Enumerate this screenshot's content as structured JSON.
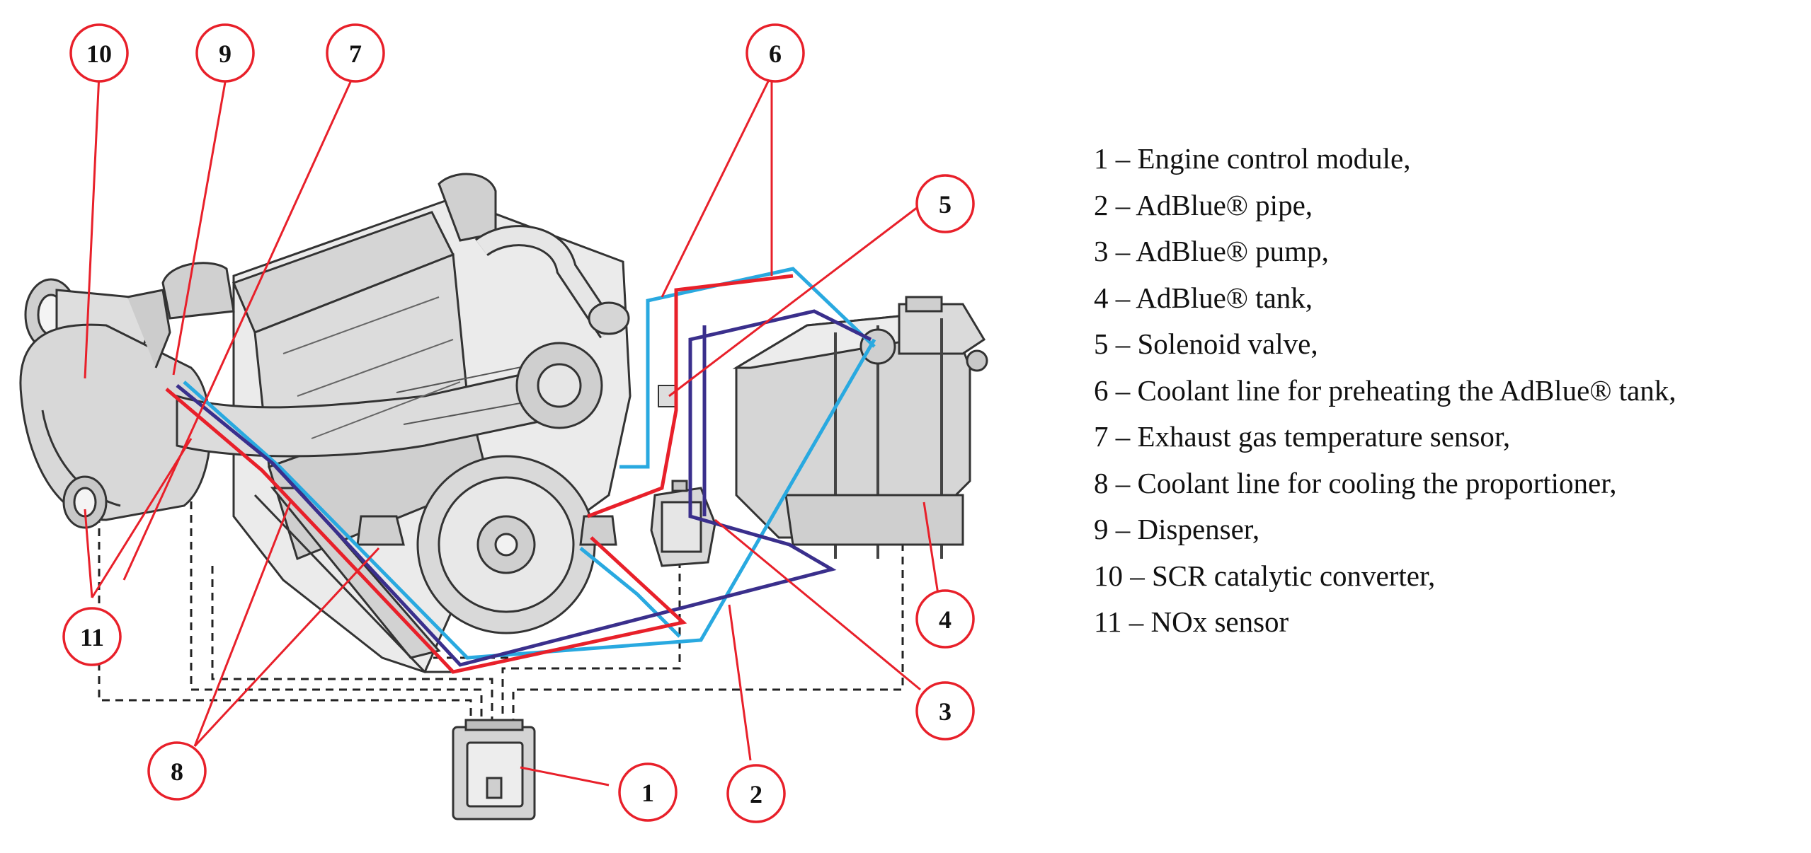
{
  "callouts": [
    {
      "num": "1"
    },
    {
      "num": "2"
    },
    {
      "num": "3"
    },
    {
      "num": "4"
    },
    {
      "num": "5"
    },
    {
      "num": "6"
    },
    {
      "num": "7"
    },
    {
      "num": "8"
    },
    {
      "num": "9"
    },
    {
      "num": "10"
    },
    {
      "num": "11"
    }
  ],
  "legend": [
    "1 – Engine control module,",
    "2 – AdBlue® pipe,",
    "3 – AdBlue® pump,",
    "4 – AdBlue® tank,",
    "5 – Solenoid valve,",
    "6 – Coolant line for preheating the AdBlue® tank,",
    "7 – Exhaust gas temperature sensor,",
    "8 – Coolant line for cooling the proportioner,",
    "9 – Dispenser,",
    "10 – SCR catalytic converter,",
    "11 – NOx sensor"
  ],
  "colors": {
    "callout_line": "#e8202a",
    "coolant_preheat_line": "#29a9e0",
    "adblue_pipe": "#3a2f8c",
    "signal_wire": "#222222",
    "hot_line": "#e8202a"
  }
}
